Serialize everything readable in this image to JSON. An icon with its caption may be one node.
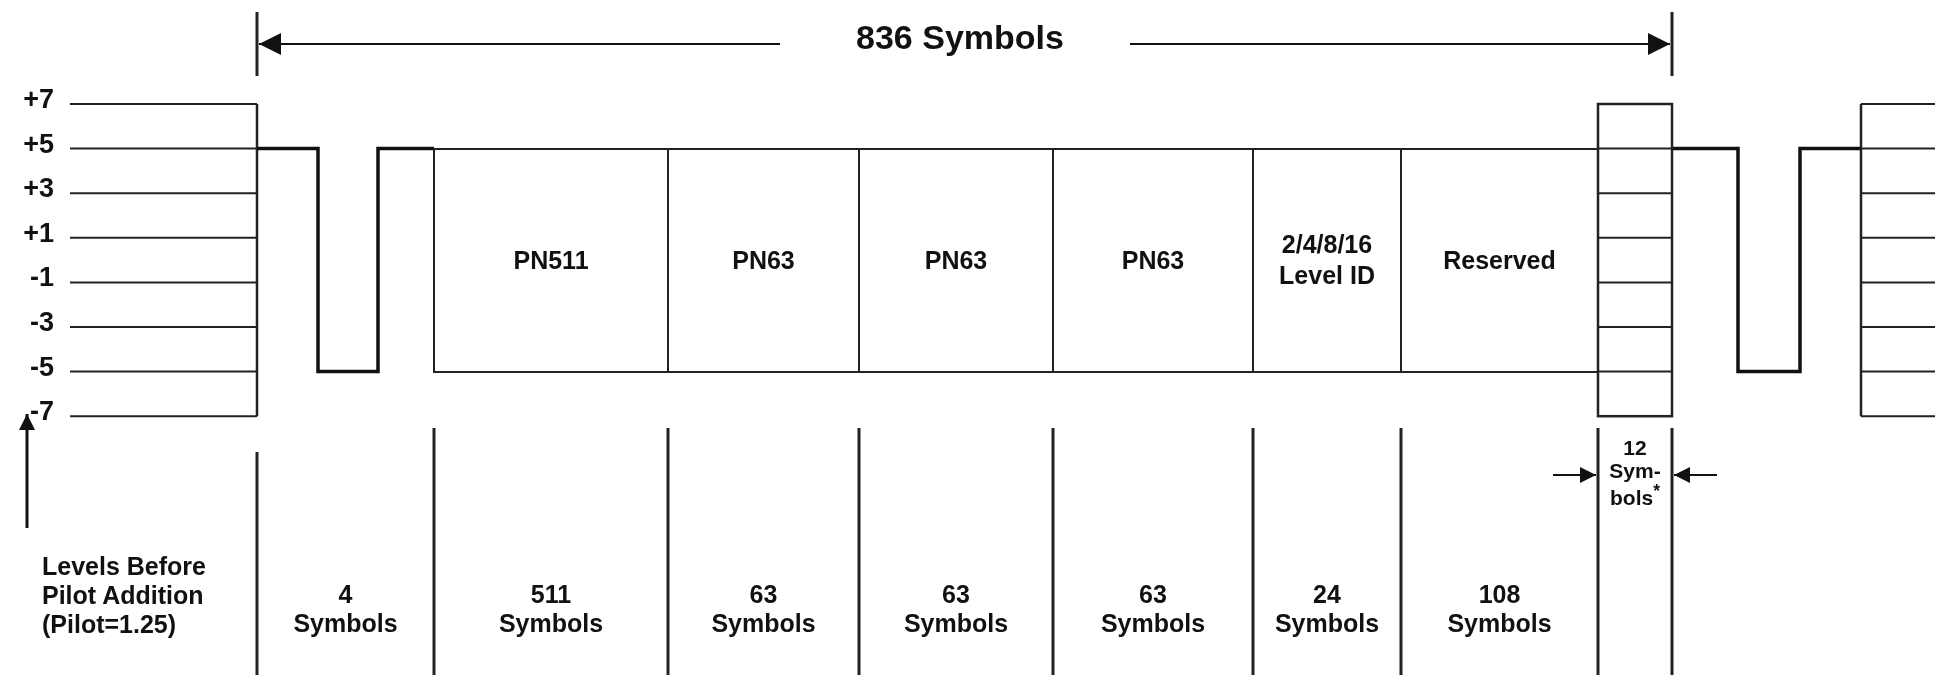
{
  "diagram": {
    "nodes": [
      {
        "text": [
          "PN511"
        ]
      },
      {
        "text": [
          "PN63"
        ]
      },
      {
        "text": [
          "PN63"
        ]
      },
      {
        "text": [
          "PN63"
        ]
      },
      {
        "text": [
          "2/4/8/16 Level ID"
        ]
      },
      {
        "text": [
          "Reserved"
        ]
      }
    ],
    "edges": [],
    "labels": [
      "836 Symbols",
      "+7",
      "+5",
      "+3",
      "+1",
      "-1",
      "-3",
      "-5",
      "-7",
      "12 Sym- bols$^{*}$",
      "Levels Before Pilot Addition (Pilot=1.25)",
      "4 Symbols",
      "511 Symbols",
      "63 Symbols",
      "63 Symbols",
      "63 Symbols",
      "24 Symbols",
      "108 Symbols"
    ]
  }
}
